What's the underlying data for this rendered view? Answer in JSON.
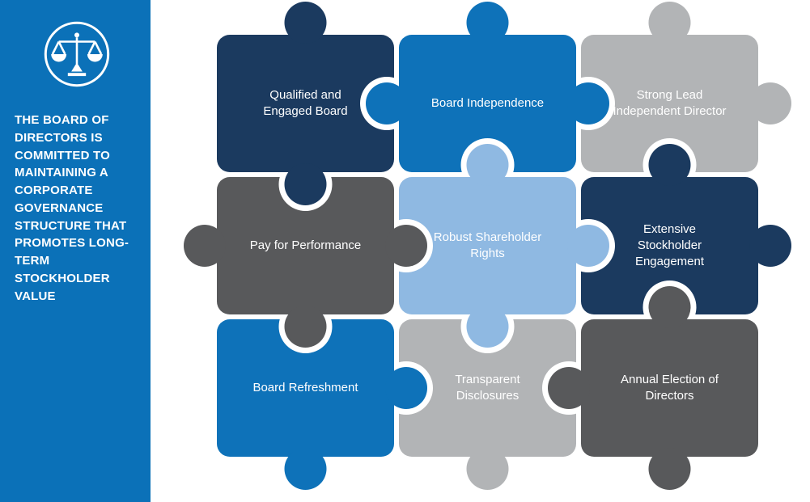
{
  "sidebar": {
    "statement": "THE BOARD OF DIRECTORS IS COMMITTED TO MAINTAINING A CORPORATE GOVERNANCE STRUCTURE THAT PROMOTES LONG-TERM STOCKHOLDER VALUE",
    "background": "#0b71b8",
    "icon": "scales-of-justice-icon"
  },
  "puzzle": {
    "text_color": "#ffffff",
    "pieces": [
      {
        "label": "Qualified and Engaged Board",
        "color": "#1b3a5f"
      },
      {
        "label": "Board Independence",
        "color": "#0e72b9"
      },
      {
        "label": "Strong Lead Independent Director",
        "color": "#b2b4b6"
      },
      {
        "label": "Pay for Performance",
        "color": "#58595b"
      },
      {
        "label": "Robust Shareholder Rights",
        "color": "#8fb9e2"
      },
      {
        "label": "Extensive Stockholder Engagement",
        "color": "#1b3a5f"
      },
      {
        "label": "Board Refreshment",
        "color": "#0e72b9"
      },
      {
        "label": "Transparent Disclosures",
        "color": "#b2b4b6"
      },
      {
        "label": "Annual Election of Directors",
        "color": "#58595b"
      }
    ]
  }
}
